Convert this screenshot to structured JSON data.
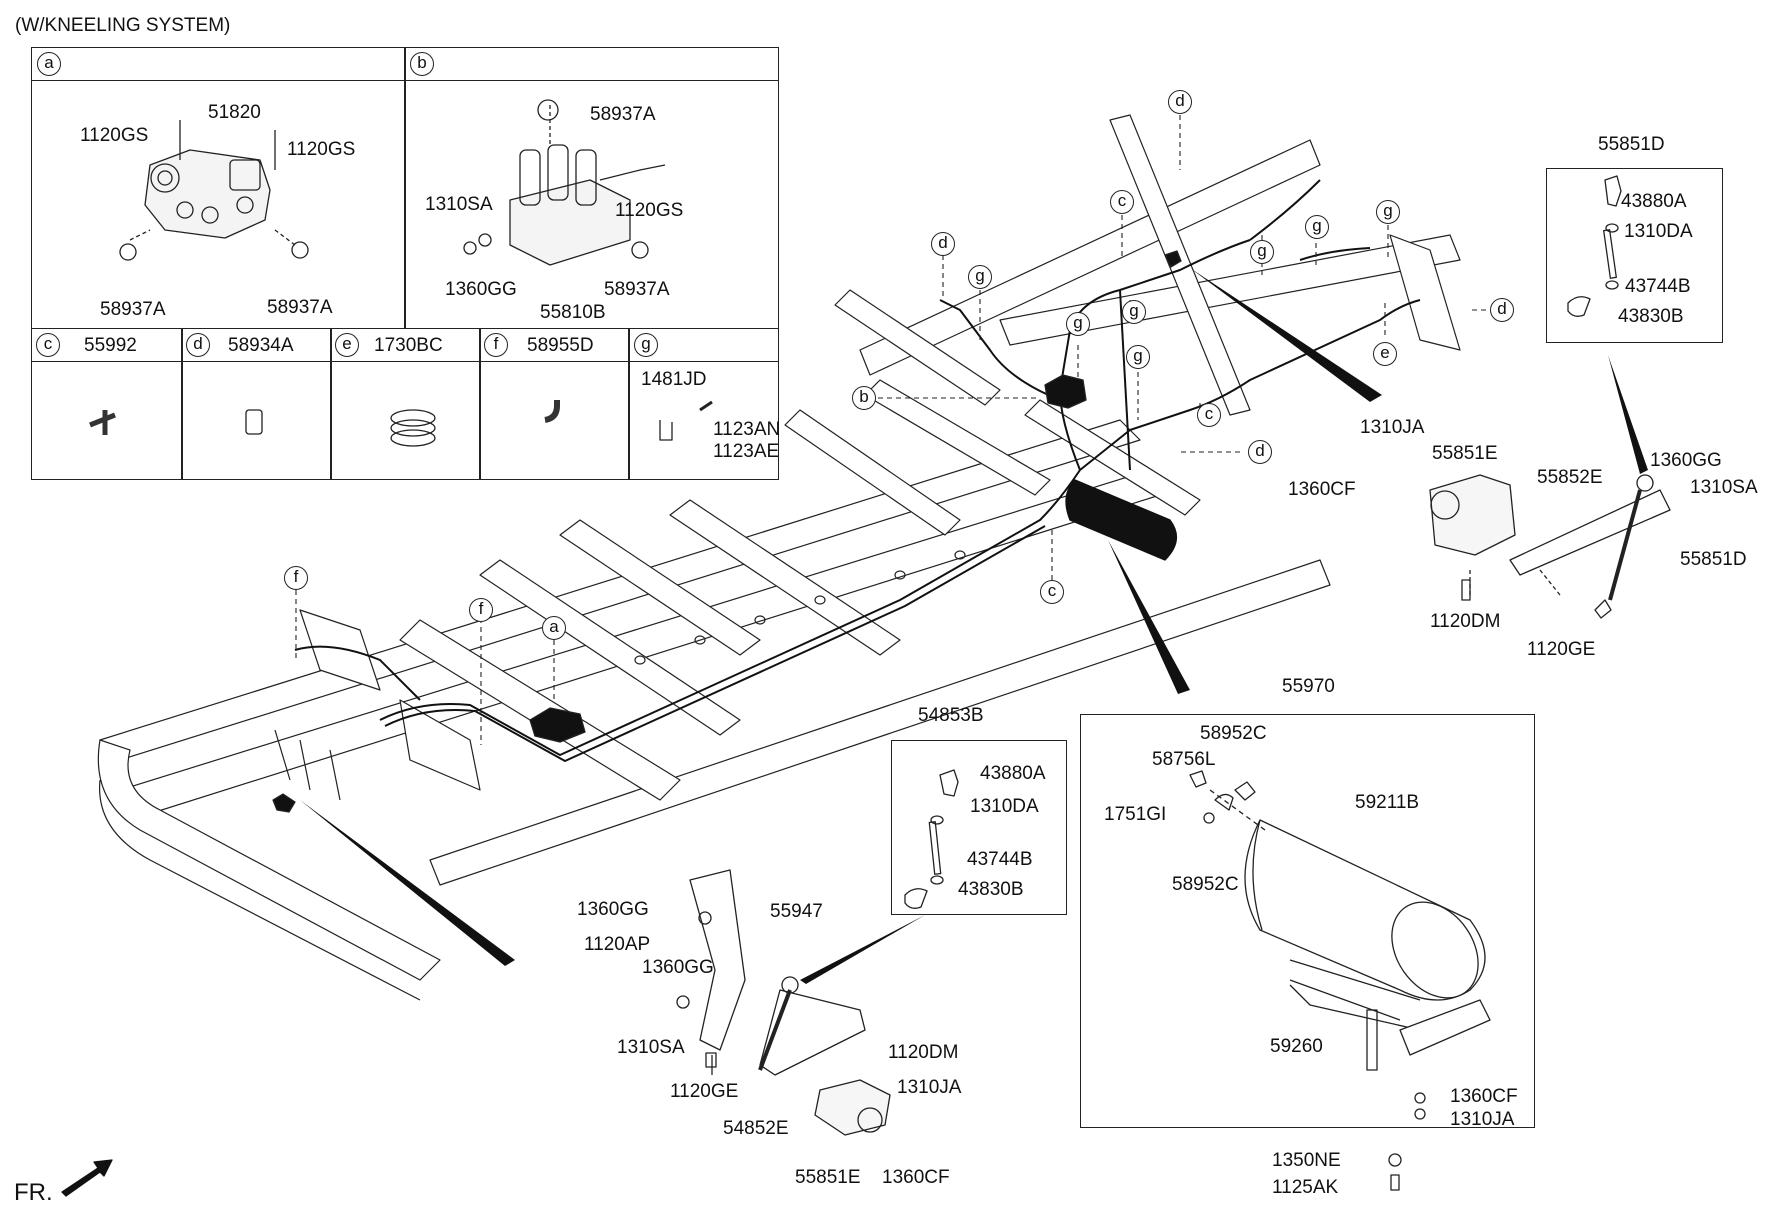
{
  "header": {
    "title": "(W/KNEELING SYSTEM)"
  },
  "fr_label": "FR.",
  "key_table": {
    "top": [
      {
        "letter": "a",
        "parts": [
          "51820",
          "1120GS",
          "1120GS",
          "58937A",
          "58937A"
        ]
      },
      {
        "letter": "b",
        "parts": [
          "58937A",
          "1120GS",
          "1310SA",
          "1360GG",
          "55810B",
          "58937A"
        ]
      }
    ],
    "bottom": [
      {
        "letter": "c",
        "part": "55992"
      },
      {
        "letter": "d",
        "part": "58934A"
      },
      {
        "letter": "e",
        "part": "1730BC"
      },
      {
        "letter": "f",
        "part": "58955D"
      },
      {
        "letter": "g",
        "parts": [
          "1481JD",
          "1123AN",
          "1123AE"
        ]
      }
    ]
  },
  "frame_callouts": [
    "d",
    "c",
    "g",
    "d",
    "g",
    "g",
    "g",
    "g",
    "d",
    "e",
    "b",
    "g",
    "g",
    "c",
    "d",
    "c",
    "f",
    "f",
    "a"
  ],
  "sensor_group": {
    "box_label": "55851D",
    "parts": [
      "43880A",
      "1310DA",
      "43744B",
      "43830B"
    ],
    "assembly": [
      "1310JA",
      "1360CF",
      "55851E",
      "55852E",
      "1360GG",
      "1310SA",
      "55851D",
      "1120DM",
      "1120GE"
    ]
  },
  "link_group": {
    "box_label": "54853B",
    "parts": [
      "43880A",
      "1310DA",
      "43744B",
      "43830B"
    ],
    "assembly": [
      "1360GG",
      "55947",
      "1120AP",
      "1360GG",
      "1310SA",
      "1120DM",
      "1120GE",
      "54852E",
      "1310JA",
      "55851E",
      "1360CF"
    ]
  },
  "tank_group": {
    "box_label": "55970",
    "parts": [
      "58952C",
      "58756L",
      "1751GI",
      "59211B",
      "58952C",
      "59260",
      "1360CF",
      "1310JA"
    ],
    "below": [
      "1350NE",
      "1125AK"
    ]
  }
}
